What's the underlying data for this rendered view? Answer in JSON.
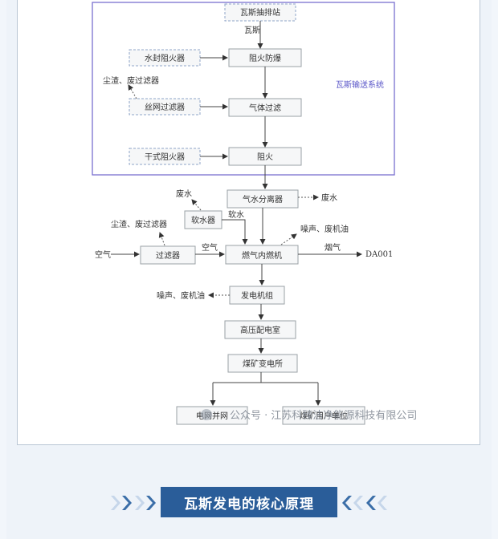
{
  "diagram": {
    "nodes": {
      "gas_station": "瓦斯抽排站",
      "flame_proof": "阻火防爆",
      "gas_filter": "气体过滤",
      "flame_arrest": "阻火",
      "water_seal": "水封阻火器",
      "mesh_filter": "丝网过滤器",
      "dry_arrester": "干式阻火器",
      "separator": "气水分离器",
      "softener": "软水器",
      "air_filter": "过滤器",
      "engine": "燃气内燃机",
      "generator": "发电机组",
      "hv_room": "高压配电室",
      "substation": "煤矿变电所",
      "grid": "电网并网",
      "mine_use": "煤矿用户单位"
    },
    "labels": {
      "gas": "瓦斯",
      "dust_filter_top": "尘渣、废过滤器",
      "system": "瓦斯输送系统",
      "waste_water_left": "废水",
      "waste_water_right": "废水",
      "soft_water": "软水",
      "dust_filter_mid": "尘渣、废过滤器",
      "noise_oil_top": "噪声、废机油",
      "air_in": "空气",
      "air_mid": "空气",
      "flue_gas": "烟气",
      "outlet": "DA001",
      "noise_oil_bottom": "噪声、废机油"
    },
    "watermark": "公众号 · 江苏科臻洁净能源科技有限公司"
  },
  "banner": {
    "title": "瓦斯发电的核心原理"
  },
  "colors": {
    "banner": "#2a5d99",
    "system_border": "#7a6fd0",
    "system_label": "#5a56c8"
  }
}
